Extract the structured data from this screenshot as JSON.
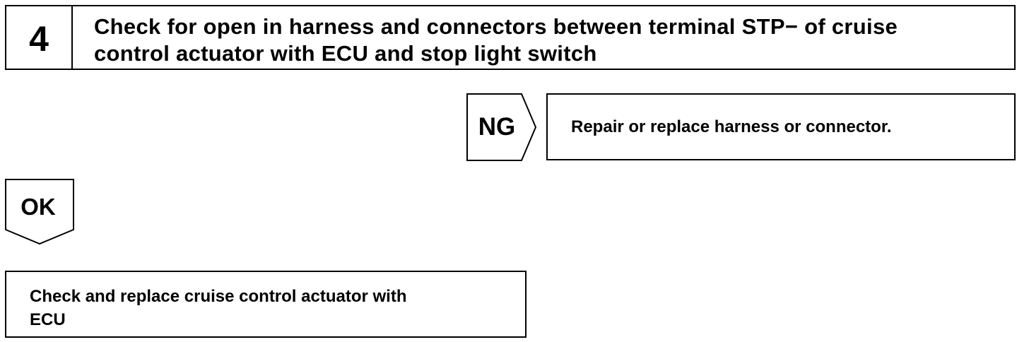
{
  "step": {
    "number": "4",
    "title_line1": "Check for open in harness and connectors between terminal STP− of cruise",
    "title_line2": "control actuator with ECU and stop light switch"
  },
  "ng_branch": {
    "label": "NG",
    "action": "Repair or replace harness or connector."
  },
  "ok_branch": {
    "label": "OK",
    "action_line1": "Check and replace cruise control actuator with",
    "action_line2": "ECU"
  }
}
